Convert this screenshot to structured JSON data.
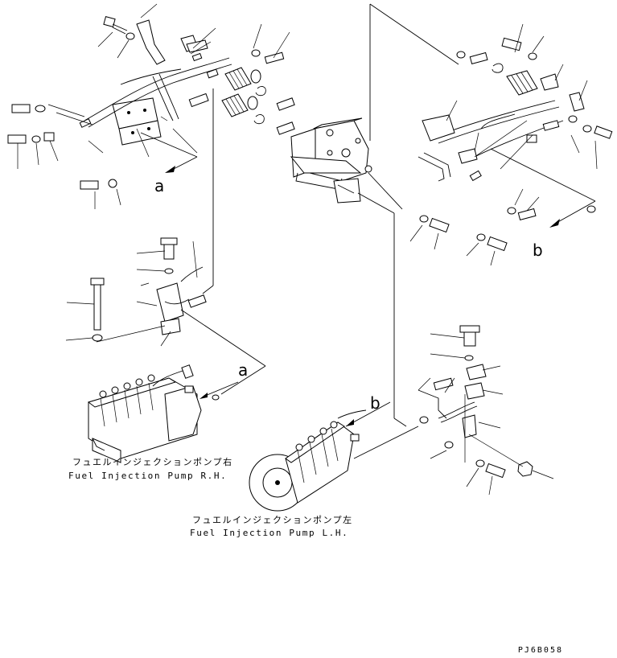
{
  "diagram": {
    "ref_labels": {
      "a": "a",
      "b": "b"
    },
    "pump_rh": {
      "label_jp": "フュエルインジェクションポンプ右",
      "label_en": "Fuel Injection Pump R.H."
    },
    "pump_lh": {
      "label_jp": "フュエルインジェクションポンプ左",
      "label_en": "Fuel Injection Pump L.H."
    },
    "drawing_code": "PJ6B058"
  }
}
